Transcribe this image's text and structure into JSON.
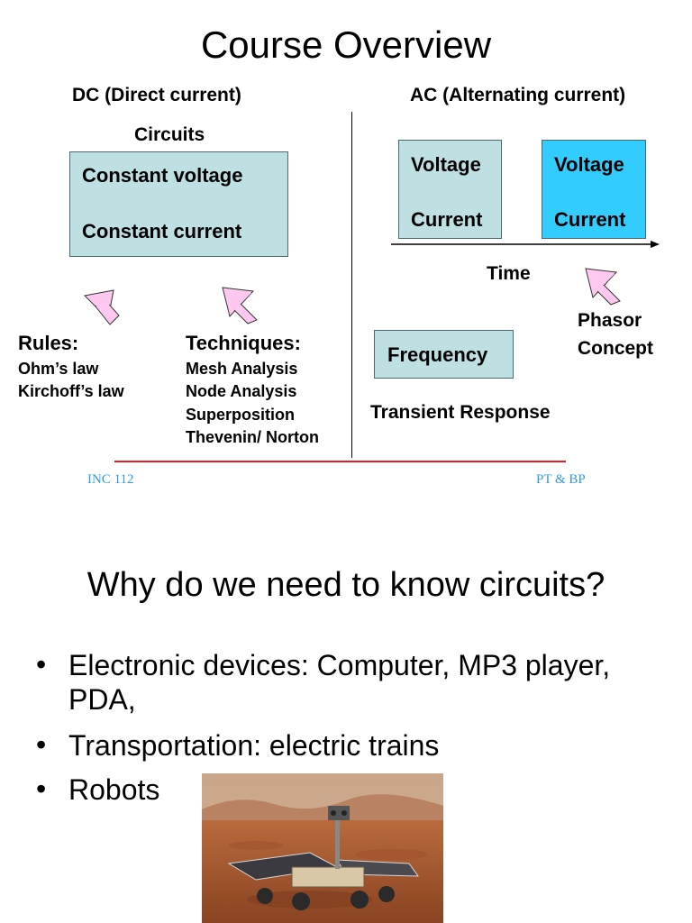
{
  "slide1": {
    "title": "Course Overview",
    "dc_header": "DC (Direct current)",
    "ac_header": "AC (Alternating current)",
    "circuits_label": "Circuits",
    "constant_voltage": "Constant voltage",
    "constant_current": "Constant current",
    "ac_box1": {
      "voltage": "Voltage",
      "current": "Current"
    },
    "ac_box2": {
      "voltage": "Voltage",
      "current": "Current"
    },
    "time_label": "Time",
    "phasor_line1": "Phasor",
    "phasor_line2": "Concept",
    "rules_title": "Rules:",
    "rules": [
      "Ohm’s law",
      "Kirchoff’s law"
    ],
    "techniques_title": "Techniques:",
    "techniques": [
      "Mesh Analysis",
      "Node Analysis",
      "Superposition",
      "Thevenin/ Norton"
    ],
    "frequency": "Frequency",
    "transient": "Transient Response",
    "footer_left": "INC 112",
    "footer_right": "PT & BP"
  },
  "slide2": {
    "title": "Why do we need to know circuits?",
    "bullets": [
      {
        "line1": "Electronic devices: Computer, MP3 player,",
        "line2": "PDA,"
      },
      {
        "line1": "Transportation: electric trains"
      },
      {
        "line1": "Robots"
      }
    ],
    "bullet_symbol": "•"
  },
  "colors": {
    "box_fill": "#bfe0e3",
    "box_bright": "#33ccff",
    "arrow_fill": "#ffc8f0",
    "divider_red": "#e02020",
    "footer_blue": "#3399dd"
  }
}
